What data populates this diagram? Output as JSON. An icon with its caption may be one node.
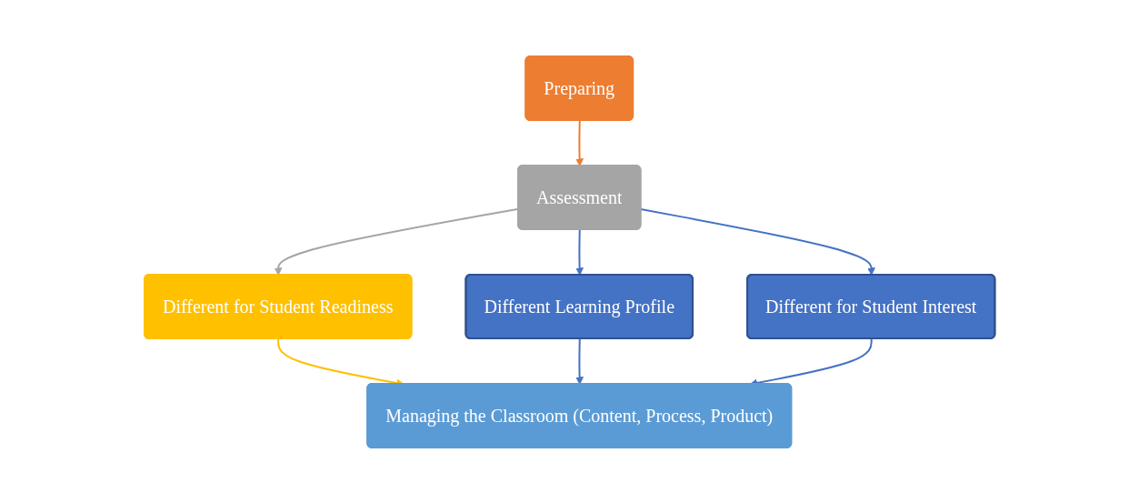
{
  "diagram": {
    "nodes": [
      {
        "text": [
          "Preparing"
        ]
      },
      {
        "text": [
          "Assessment"
        ]
      },
      {
        "text": [
          "Different for Student Readiness"
        ]
      },
      {
        "text": [
          "Different Learning Profile"
        ]
      },
      {
        "text": [
          "Different for Student Interest"
        ]
      },
      {
        "text": [
          "Managing the Classroom (Content, Process, Product)"
        ]
      }
    ],
    "edges": [
      {
        "from": 0,
        "to": 1,
        "arrow": "to",
        "color": "#ed7d31"
      },
      {
        "from": 1,
        "to": 2,
        "arrow": "to",
        "color": "#a5a5a5"
      },
      {
        "from": 1,
        "to": 3,
        "arrow": "to"
      },
      {
        "from": 1,
        "to": 4,
        "arrow": "to"
      },
      {
        "from": 2,
        "to": 5,
        "arrow": "to",
        "color": "#ffc000"
      },
      {
        "from": 3,
        "to": 5,
        "arrow": "to"
      },
      {
        "from": 4,
        "to": 5,
        "arrow": "to"
      }
    ]
  }
}
